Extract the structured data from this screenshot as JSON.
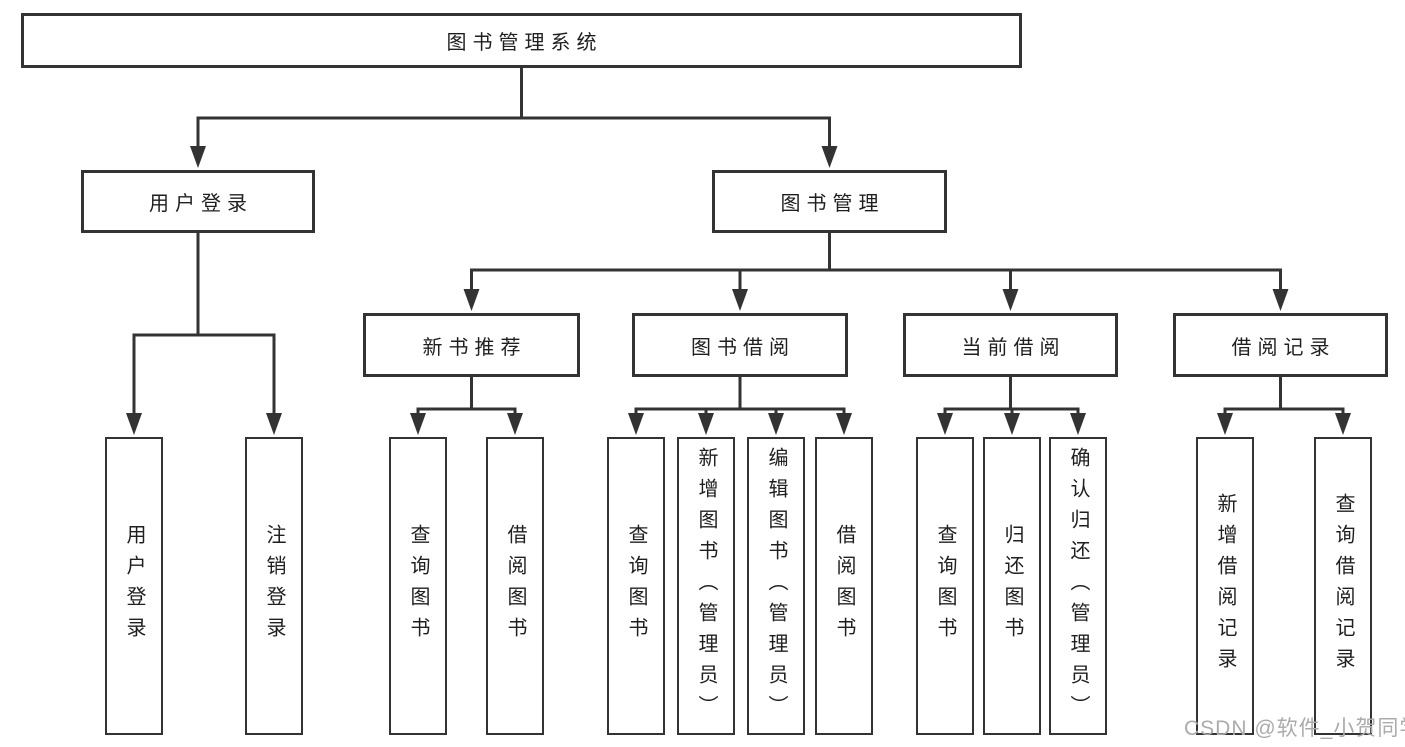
{
  "diagram": {
    "root": "图书管理系统",
    "branches": [
      {
        "label": "用户登录",
        "children": [
          "用户登录",
          "注销登录"
        ]
      },
      {
        "label": "图书管理",
        "sections": [
          {
            "label": "新书推荐",
            "children": [
              "查询图书",
              "借阅图书"
            ]
          },
          {
            "label": "图书借阅",
            "children": [
              "查询图书",
              "新增图书（管理员）",
              "编辑图书（管理员）",
              "借阅图书"
            ]
          },
          {
            "label": "当前借阅",
            "children": [
              "查询图书",
              "归还图书",
              "确认归还（管理员）"
            ]
          },
          {
            "label": "借阅记录",
            "children": [
              "新增借阅记录",
              "查询借阅记录"
            ]
          }
        ]
      }
    ]
  },
  "colors": {
    "line": "#333333",
    "text": "#1f1f1f",
    "background": "#ffffff",
    "watermark": "#ababab"
  },
  "watermark": "CSDN @软件_小贺同学"
}
